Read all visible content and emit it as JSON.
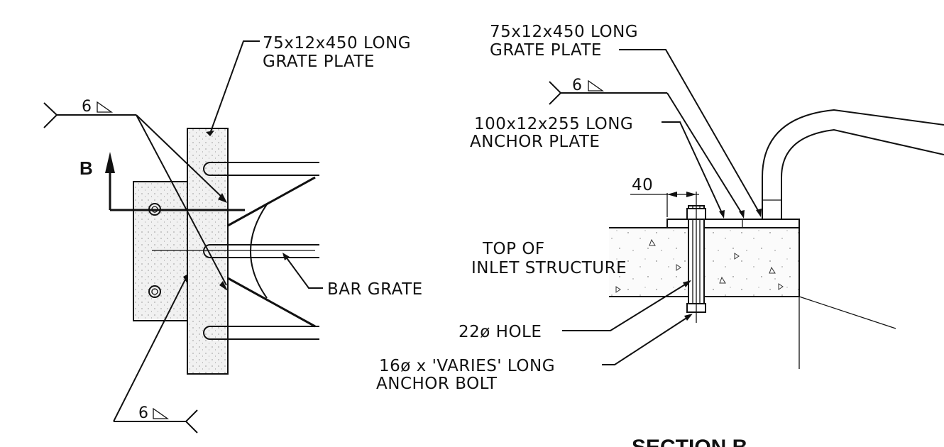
{
  "plan_view": {
    "grate_plate_label": [
      "75x12x450 LONG",
      "GRATE PLATE"
    ],
    "weld_symbol_top": "6",
    "weld_symbol_bottom": "6",
    "section_mark": "B",
    "bar_grate_label": "BAR GRATE"
  },
  "section_view": {
    "grate_plate_label": [
      "75x12x450 LONG",
      "GRATE PLATE"
    ],
    "weld_symbol": "6",
    "anchor_plate_label": [
      "100x12x255 LONG",
      "ANCHOR PLATE"
    ],
    "dimension": "40",
    "inlet_label": [
      "TOP OF",
      "INLET STRUCTURE"
    ],
    "hole_label": "22ø HOLE",
    "anchor_bolt_label": [
      "16ø x 'VARIES' LONG",
      "ANCHOR BOLT"
    ],
    "title": "SECTION B"
  }
}
